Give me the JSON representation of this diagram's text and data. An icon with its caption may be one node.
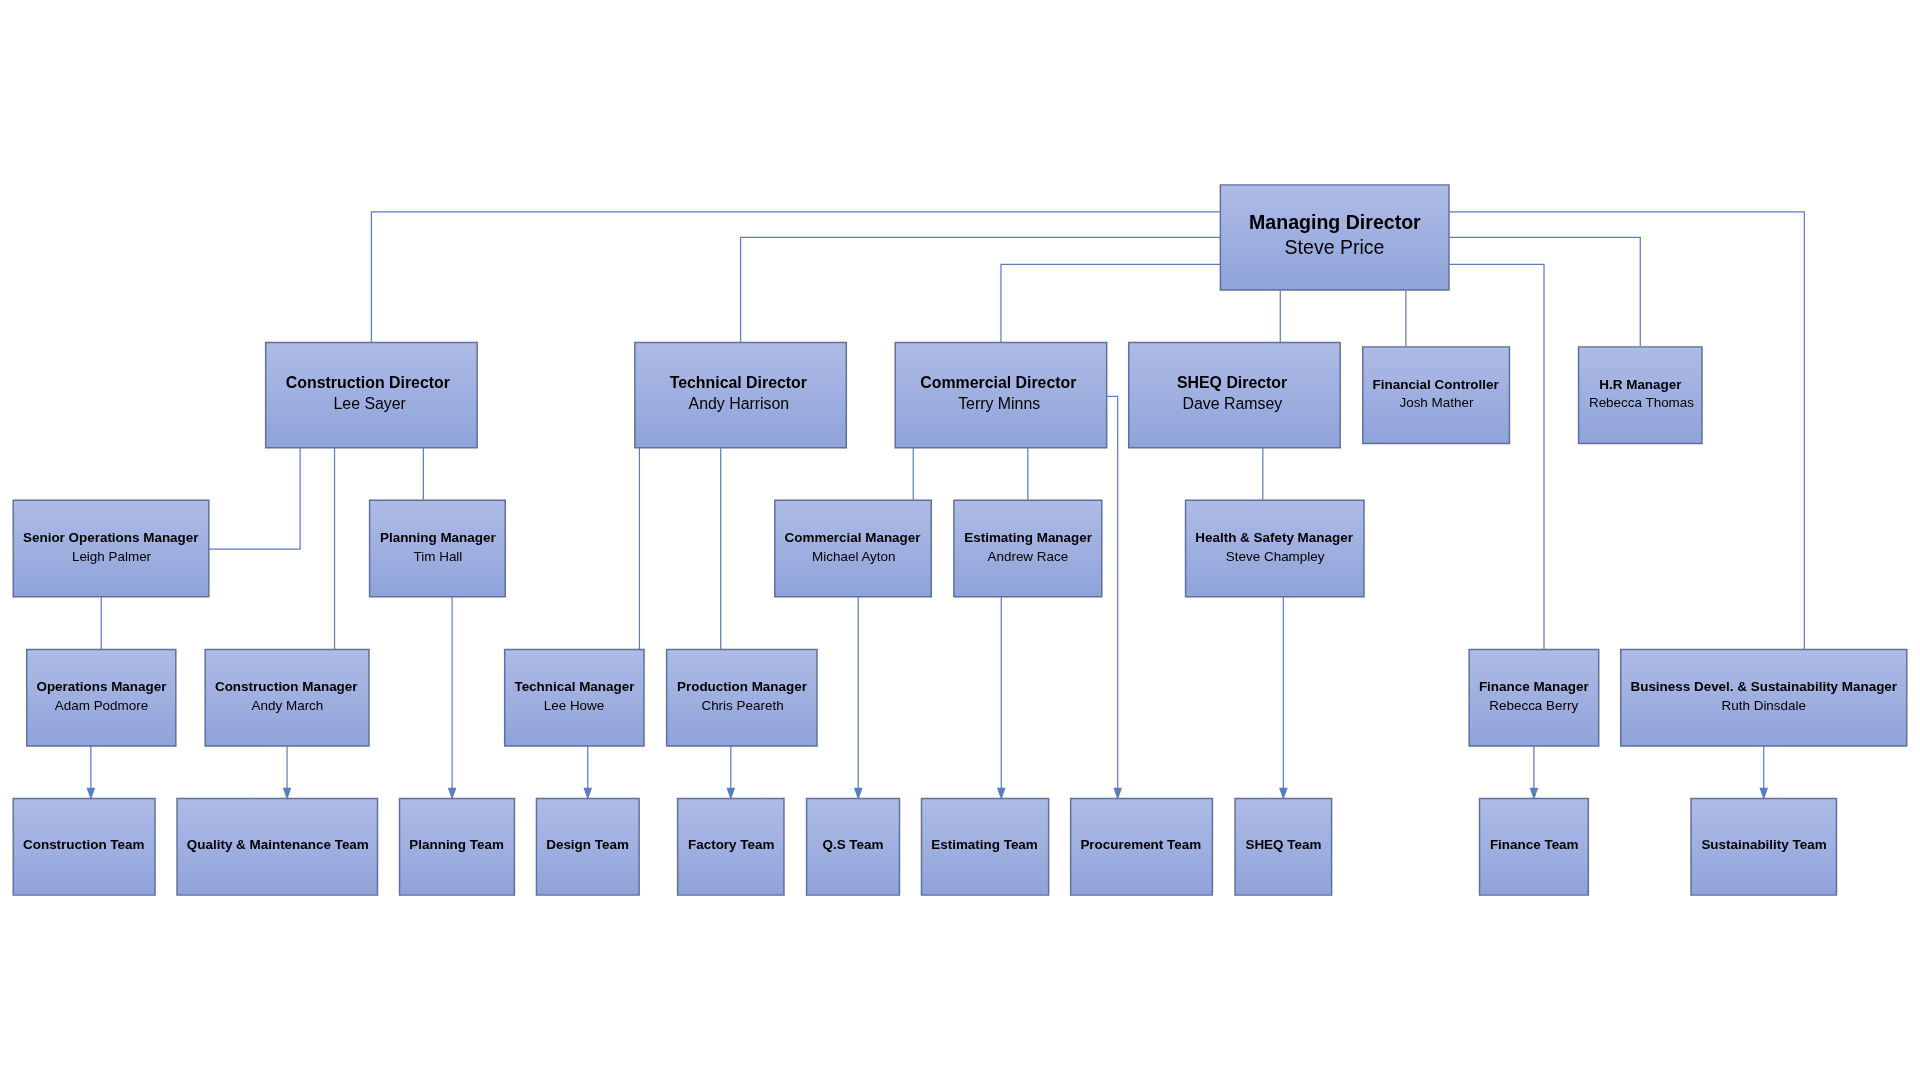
{
  "diagram": {
    "nodes": [
      {
        "text": [
          "Managing Director",
          "Steve Price"
        ]
      },
      {
        "text": [
          "Construction Director",
          "Lee Sayer"
        ]
      },
      {
        "text": [
          "Technical Director",
          "Andy Harrison"
        ]
      },
      {
        "text": [
          "Commercial Director",
          "Terry Minns"
        ]
      },
      {
        "text": [
          "SHEQ Director",
          "Dave Ramsey"
        ]
      },
      {
        "text": [
          "Financial Controller",
          "Josh Mather"
        ]
      },
      {
        "text": [
          "Finance Manager",
          "Rebecca Berry"
        ]
      },
      {
        "text": [
          "H.R Manager",
          "Rebecca Thomas"
        ]
      },
      {
        "text": [
          "Senior Operations Manager",
          "Leigh Palmer"
        ]
      },
      {
        "text": [
          "Construction Manager",
          "Andy March"
        ]
      },
      {
        "text": [
          "Business Devel. & Sustainability Manager",
          "Ruth Dinsdale"
        ]
      },
      {
        "text": [
          "Technical Manager",
          "Lee Howe"
        ]
      },
      {
        "text": [
          "Production Manager",
          "Chris Peareth"
        ]
      },
      {
        "text": [
          "Commercial Manager",
          "Michael Ayton"
        ]
      },
      {
        "text": [
          "Estimating Manager",
          "Andrew Race"
        ]
      },
      {
        "text": [
          "Health & Safety Manager",
          "Steve Champley"
        ]
      },
      {
        "text": [
          "Operations Manager",
          "Adam Podmore"
        ]
      },
      {
        "text": [
          "Planning Manager",
          "Tim Hall"
        ]
      },
      {
        "text": [
          "Finance Team"
        ]
      },
      {
        "text": [
          "Construction Team"
        ]
      },
      {
        "text": [
          "Quality & Maintenance Team"
        ]
      },
      {
        "text": [
          "Planning Team"
        ]
      },
      {
        "text": [
          "Sustainability Team"
        ]
      },
      {
        "text": [
          "Design Team"
        ]
      },
      {
        "text": [
          "Factory Team"
        ]
      },
      {
        "text": [
          "Q.S Team"
        ]
      },
      {
        "text": [
          "Procurement Team"
        ]
      },
      {
        "text": [
          "Estimating Team"
        ]
      },
      {
        "text": [
          "SHEQ Team"
        ]
      }
    ],
    "edges": [
      {
        "from": 0,
        "to": 5,
        "arrow": "none"
      },
      {
        "from": 0,
        "to": 6,
        "arrow": "none"
      },
      {
        "from": 0,
        "to": 7,
        "arrow": "none"
      },
      {
        "from": 0,
        "to": 1,
        "arrow": "none"
      },
      {
        "from": 0,
        "to": 10,
        "arrow": "none"
      },
      {
        "from": 0,
        "to": 2,
        "arrow": "none"
      },
      {
        "from": 0,
        "to": 3,
        "arrow": "none"
      },
      {
        "from": 0,
        "to": 4,
        "arrow": "none"
      },
      {
        "from": 1,
        "to": 8,
        "arrow": "none"
      },
      {
        "from": 1,
        "to": 9,
        "arrow": "none"
      },
      {
        "from": 1,
        "to": 17,
        "arrow": "none"
      },
      {
        "from": 8,
        "to": 16,
        "arrow": "none"
      },
      {
        "from": 2,
        "to": 11,
        "arrow": "none"
      },
      {
        "from": 2,
        "to": 12,
        "arrow": "none"
      },
      {
        "from": 3,
        "to": 13,
        "arrow": "none"
      },
      {
        "from": 3,
        "to": 14,
        "arrow": "none"
      },
      {
        "from": 4,
        "to": 15,
        "arrow": "none"
      },
      {
        "from": 6,
        "to": 18,
        "arrow": "to"
      },
      {
        "from": 16,
        "to": 19,
        "arrow": "to"
      },
      {
        "from": 9,
        "to": 20,
        "arrow": "to"
      },
      {
        "from": 17,
        "to": 21,
        "arrow": "to"
      },
      {
        "from": 10,
        "to": 22,
        "arrow": "to"
      },
      {
        "from": 11,
        "to": 23,
        "arrow": "to"
      },
      {
        "from": 12,
        "to": 24,
        "arrow": "to"
      },
      {
        "from": 13,
        "to": 25,
        "arrow": "to"
      },
      {
        "from": 3,
        "to": 26,
        "arrow": "to"
      },
      {
        "from": 14,
        "to": 27,
        "arrow": "to"
      },
      {
        "from": 15,
        "to": 28,
        "arrow": "to"
      }
    ]
  }
}
